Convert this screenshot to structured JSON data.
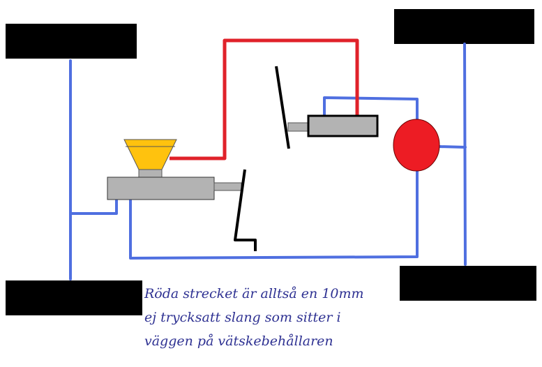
{
  "colors": {
    "hose_blue": "#4f6fe0",
    "hose_red": "#e0222a",
    "wheel_black": "#000000",
    "cylinder_gray": "#b3b3b3",
    "reservoir_yellow": "#ffc20e",
    "caliper_red": "#ed1c24",
    "caption_text": "#2e3192"
  },
  "components": {
    "wheel_top_left": "wheel",
    "wheel_bottom_left": "wheel",
    "wheel_top_right": "wheel",
    "wheel_bottom_right": "wheel",
    "master_cylinder": "master-cylinder",
    "fluid_reservoir": "fluid-reservoir",
    "clutch_cylinder": "slave-cylinder",
    "brake_pedal": "pedal",
    "clutch_pedal": "pedal",
    "distributor": "red-valve"
  },
  "caption": {
    "lines": [
      "Röda strecket är alltså en 10mm",
      "ej trycksatt slang som sitter i",
      "väggen på vätskebehållaren"
    ]
  }
}
